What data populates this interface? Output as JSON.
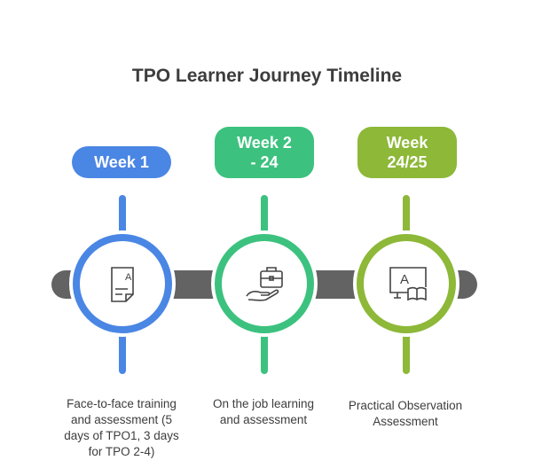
{
  "title": "TPO Learner Journey Timeline",
  "colors": {
    "track": "#636363",
    "blue": "#4a86e4",
    "green": "#3cc27e",
    "olive": "#8db838"
  },
  "stages": [
    {
      "label_lines": [
        "Week 1"
      ],
      "icon": "document-icon",
      "description": "Face-to-face training and assessment (5 days of TPO1, 3 days for TPO 2-4)"
    },
    {
      "label_lines": [
        "Week 2",
        "- 24"
      ],
      "icon": "hand-briefcase-icon",
      "description": "On the job learning and assessment"
    },
    {
      "label_lines": [
        "Week",
        "24/25"
      ],
      "icon": "monitor-book-icon",
      "description": "Practical Observation Assessment"
    }
  ]
}
